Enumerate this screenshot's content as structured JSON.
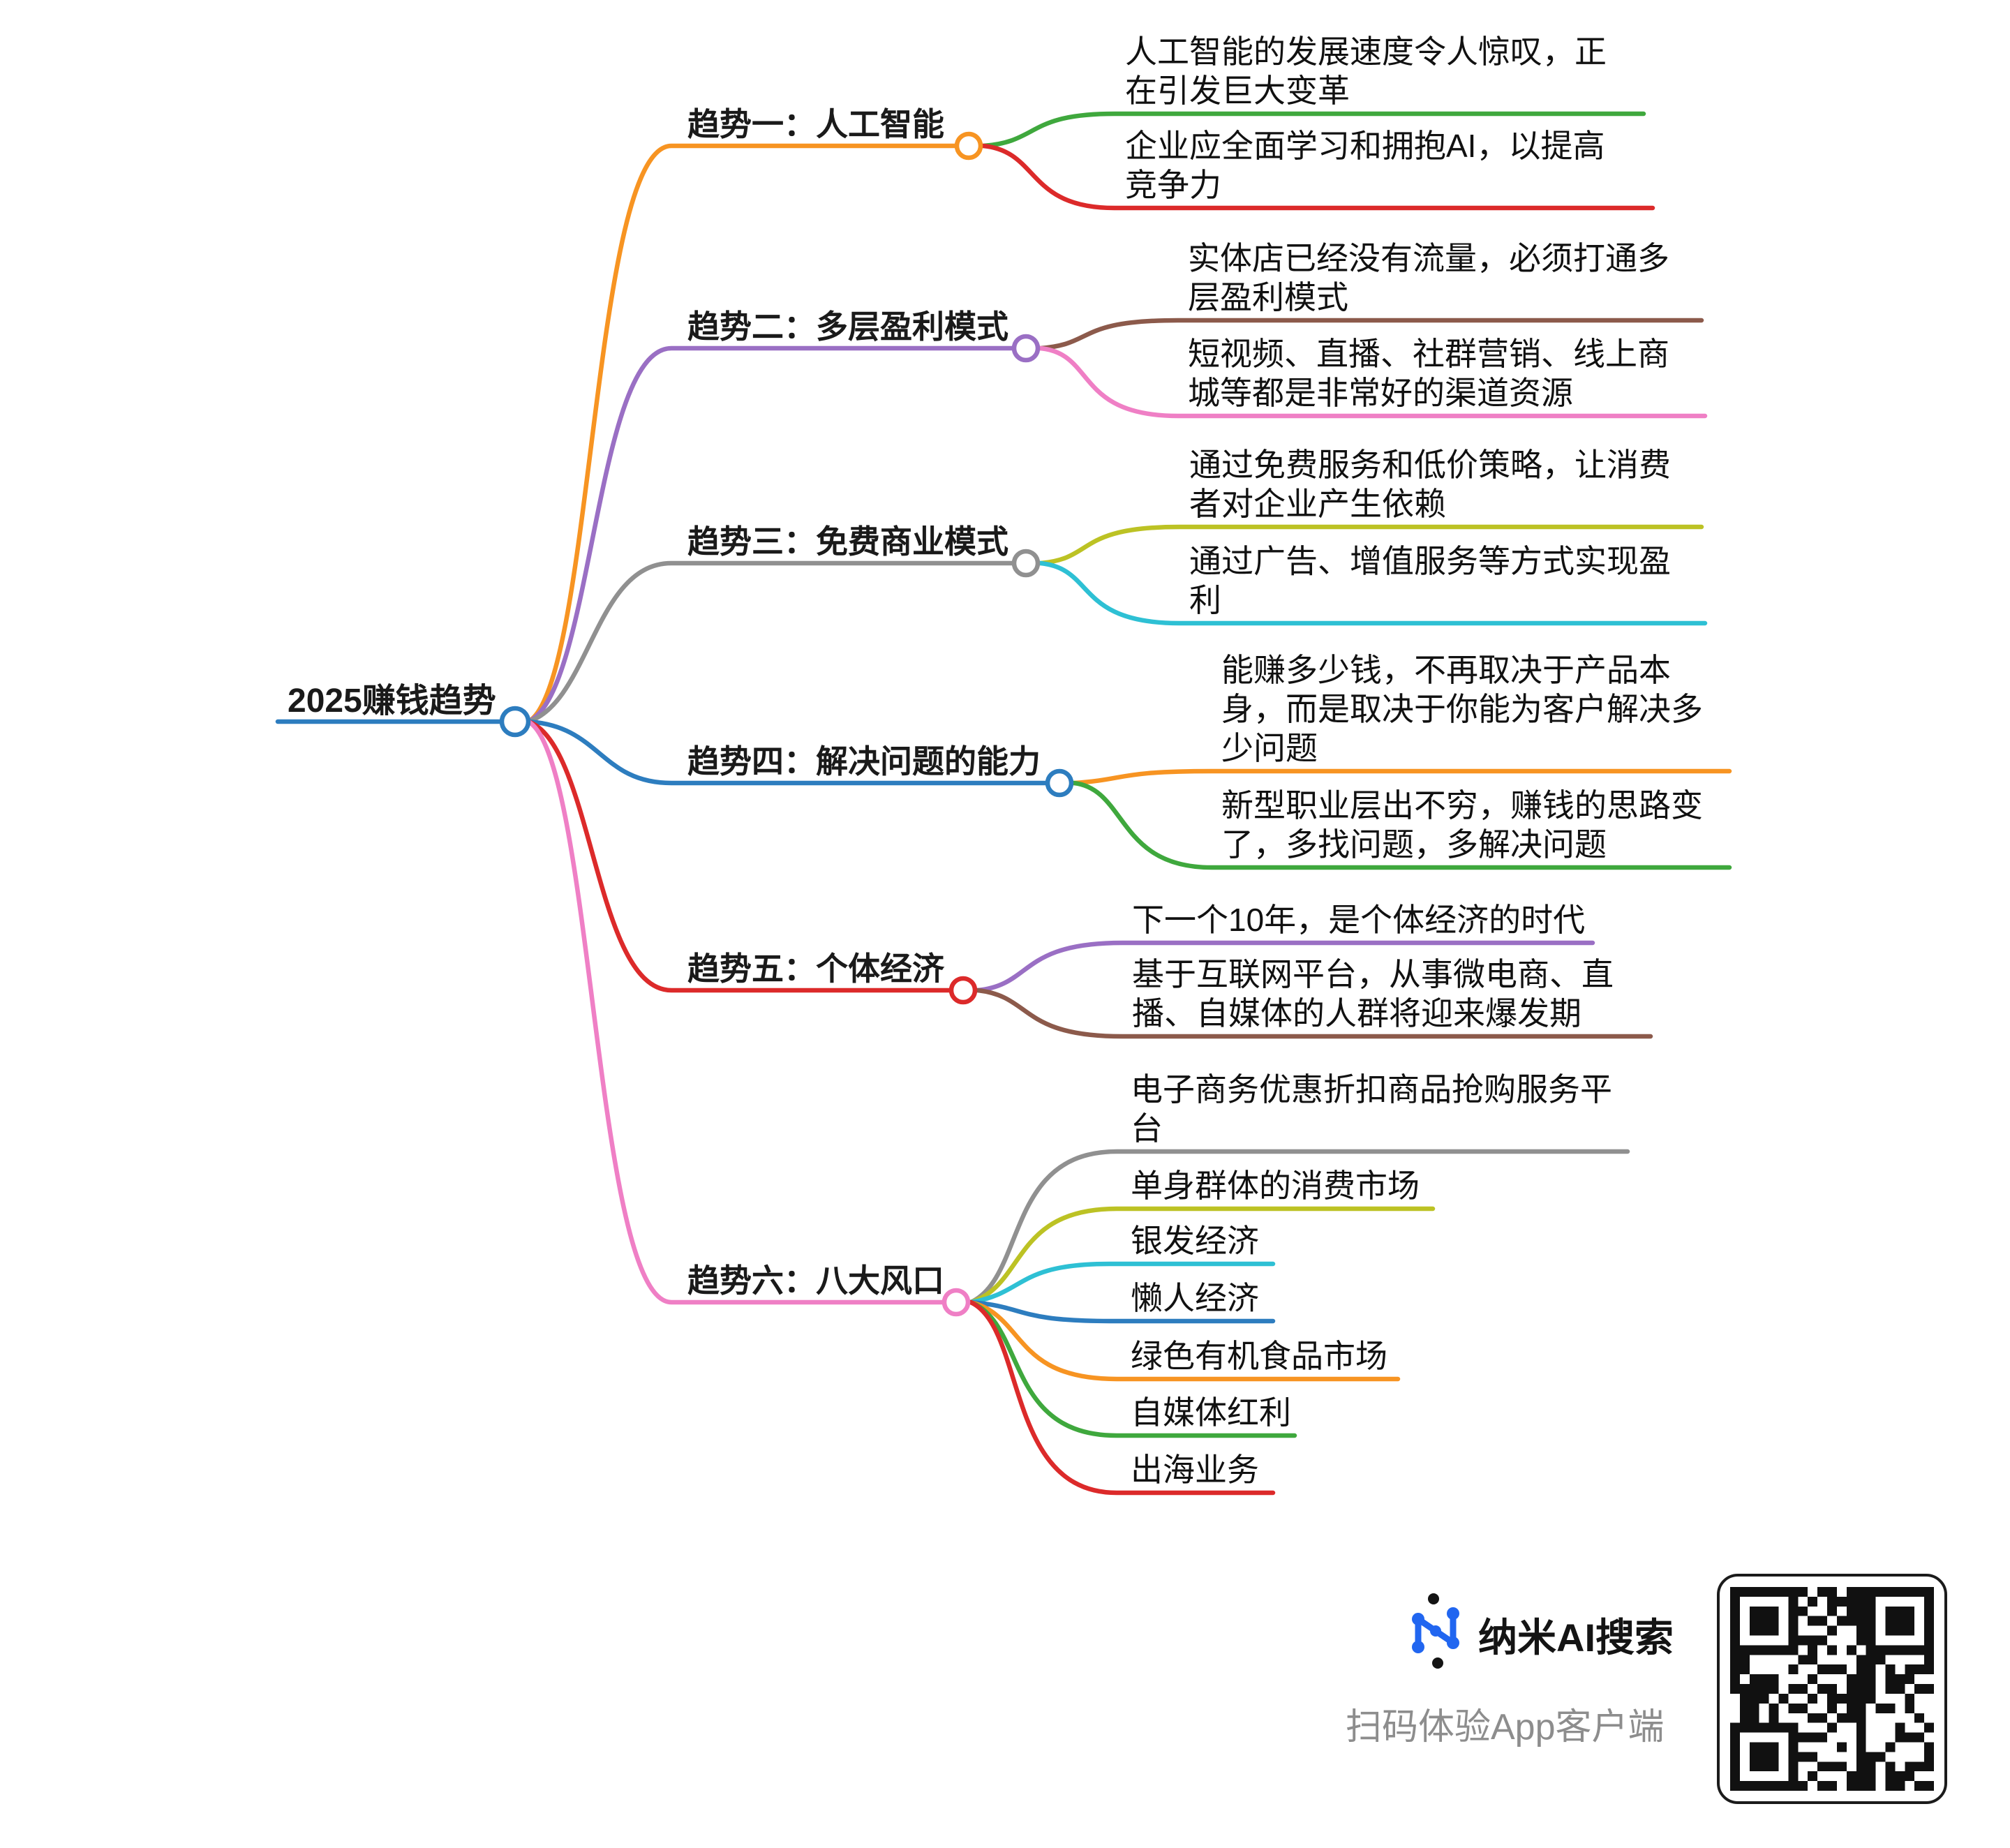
{
  "root": {
    "label": "2025赚钱趋势",
    "color": "#2d7dbf"
  },
  "branches": [
    {
      "label": "趋势一：人工智能",
      "color": "#f79422",
      "children": [
        {
          "text": "人工智能的发展速度令人惊叹，正\n在引发巨大变革",
          "color": "#3fa83d"
        },
        {
          "text": "企业应全面学习和拥抱AI，以提高\n竞争力",
          "color": "#dc2a2a"
        }
      ]
    },
    {
      "label": "趋势二：多层盈利模式",
      "color": "#9a6fc4",
      "children": [
        {
          "text": "实体店已经没有流量，必须打通多\n层盈利模式",
          "color": "#8c5a4b"
        },
        {
          "text": "短视频、直播、社群营销、线上商\n城等都是非常好的渠道资源",
          "color": "#ef7fc5"
        }
      ]
    },
    {
      "label": "趋势三：免费商业模式",
      "color": "#909090",
      "children": [
        {
          "text": "通过免费服务和低价策略，让消费\n者对企业产生依赖",
          "color": "#bcc224"
        },
        {
          "text": "通过广告、增值服务等方式实现盈\n利",
          "color": "#2ec0d4"
        }
      ]
    },
    {
      "label": "趋势四：解决问题的能力",
      "color": "#2d7dbf",
      "children": [
        {
          "text": "能赚多少钱，不再取决于产品本\n身，而是取决于你能为客户解决多\n少问题",
          "color": "#f79422"
        },
        {
          "text": "新型职业层出不穷，赚钱的思路变\n了，多找问题，多解决问题",
          "color": "#3fa83d"
        }
      ]
    },
    {
      "label": "趋势五：个体经济",
      "color": "#dc2a2a",
      "children": [
        {
          "text": "下一个10年，是个体经济的时代",
          "color": "#9a6fc4"
        },
        {
          "text": "基于互联网平台，从事微电商、直\n播、自媒体的人群将迎来爆发期",
          "color": "#8c5a4b"
        }
      ]
    },
    {
      "label": "趋势六：八大风口",
      "color": "#ef7fc5",
      "children": [
        {
          "text": "电子商务优惠折扣商品抢购服务平\n台",
          "color": "#909090"
        },
        {
          "text": "单身群体的消费市场",
          "color": "#bcc224"
        },
        {
          "text": "银发经济",
          "color": "#2ec0d4"
        },
        {
          "text": "懒人经济",
          "color": "#2d7dbf"
        },
        {
          "text": "绿色有机食品市场",
          "color": "#f79422"
        },
        {
          "text": "自媒体红利",
          "color": "#3fa83d"
        },
        {
          "text": "出海业务",
          "color": "#dc2a2a"
        }
      ]
    }
  ],
  "footer": {
    "brand": "纳米AI搜索",
    "caption": "扫码体验App客户端",
    "logo_color": "#2166f0",
    "qr_color": "#111111"
  }
}
